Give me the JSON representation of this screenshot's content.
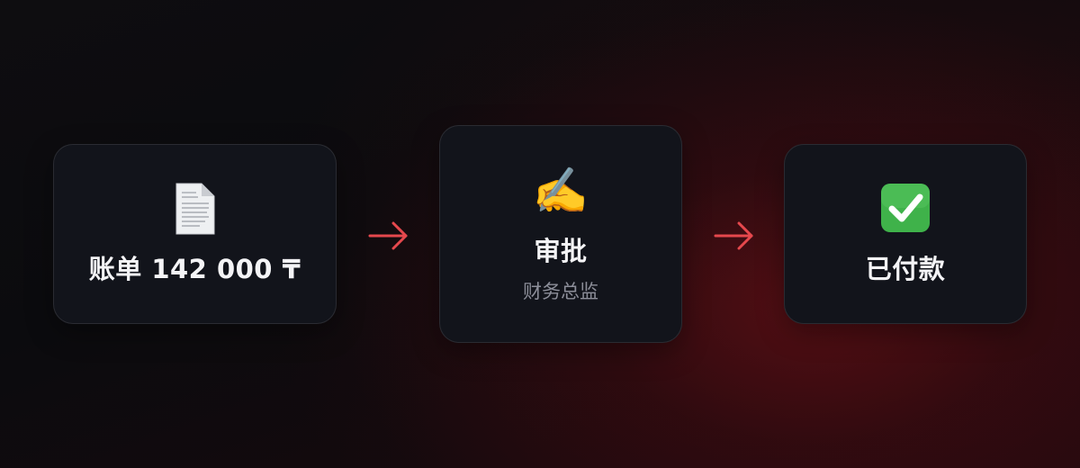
{
  "steps": [
    {
      "icon_name": "document-icon",
      "icon": "📄",
      "title": "账单 142 000 ₸",
      "subtitle": ""
    },
    {
      "icon_name": "writing-hand-icon",
      "icon": "✍️",
      "title": "审批",
      "subtitle": "财务总监"
    },
    {
      "icon_name": "check-mark-button-icon",
      "icon": "✅",
      "title": "已付款",
      "subtitle": ""
    }
  ],
  "colors": {
    "card_background": "#12141b",
    "title_text": "#f4f4f6",
    "subtitle_text": "#8c8e99",
    "arrow": "#e5484d"
  }
}
